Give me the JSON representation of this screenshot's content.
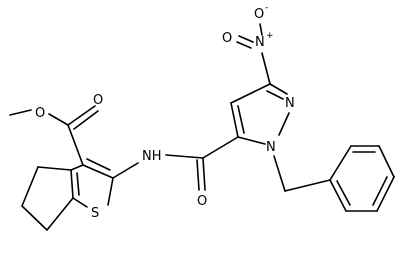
{
  "molecule": {
    "atoms": [
      {
        "id": "o_methoxy",
        "text": "O"
      },
      {
        "id": "o_ester_carbonyl",
        "text": "O"
      },
      {
        "id": "s_thiophene",
        "text": "S"
      },
      {
        "id": "n_amide",
        "text": "NH"
      },
      {
        "id": "o_amide",
        "text": "O"
      },
      {
        "id": "n_nitro",
        "text": "N",
        "charge": "+"
      },
      {
        "id": "o_nitro_top",
        "text": "O",
        "charge": "-"
      },
      {
        "id": "o_nitro_left",
        "text": "O"
      },
      {
        "id": "n_pyrazole_2",
        "text": "N"
      },
      {
        "id": "n_pyrazole_1",
        "text": "N"
      }
    ]
  }
}
